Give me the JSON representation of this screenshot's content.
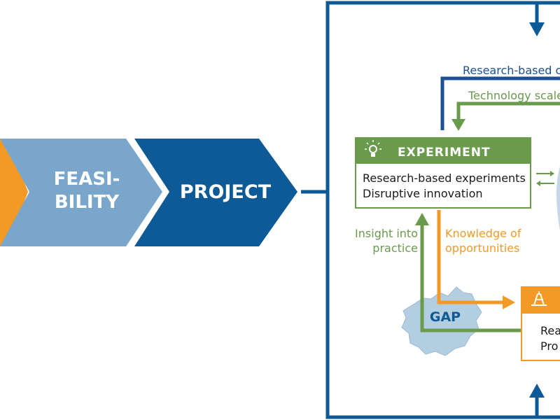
{
  "colors": {
    "orange": "#f39a26",
    "light_blue": "#7ba6cb",
    "dark_blue": "#0d5a96",
    "green": "#6a9a4c",
    "gap_fill": "#b3cde1",
    "gap_text": "#0f5a92",
    "research_blue": "#1c4f94"
  },
  "chevrons": {
    "feasibility_line1": "FEASI-",
    "feasibility_line2": "BILITY",
    "project": "PROJECT"
  },
  "experiment": {
    "icon": "lightbulb-icon",
    "title": "EXPERIMENT",
    "line1": "Research-based experiments",
    "line2": "Disruptive innovation"
  },
  "production": {
    "icon": "oil-rig-icon",
    "line1_partial": "Rea",
    "line2_partial": "Pro"
  },
  "labels": {
    "research_based_partial": "Research-based co",
    "technology_scale_partial": "Technology scale",
    "insight_line1": "Insight into",
    "insight_line2": "practice",
    "knowledge_line1": "Knowledge of",
    "knowledge_line2": "opportunities",
    "gap": "GAP"
  }
}
